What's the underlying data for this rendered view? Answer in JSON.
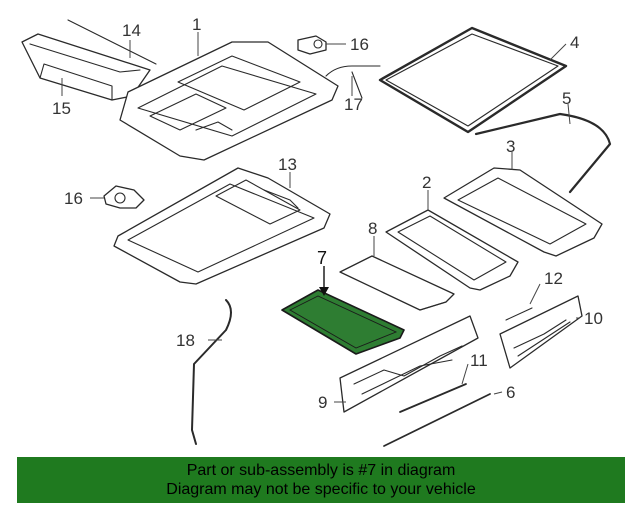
{
  "diagram": {
    "callouts": {
      "c1": "1",
      "c2": "2",
      "c3": "3",
      "c4": "4",
      "c5": "5",
      "c6": "6",
      "c7": "7",
      "c8": "8",
      "c9": "9",
      "c10": "10",
      "c11": "11",
      "c12": "12",
      "c13": "13",
      "c14": "14",
      "c15": "15",
      "c16a": "16",
      "c16b": "16",
      "c17": "17",
      "c18": "18"
    },
    "highlighted_part": "7",
    "highlight_color": "#2e7d32"
  },
  "banner": {
    "line1": "Part or sub-assembly is #7 in diagram",
    "line2": "Diagram may not be specific to your vehicle",
    "background": "#1f7a1f"
  }
}
